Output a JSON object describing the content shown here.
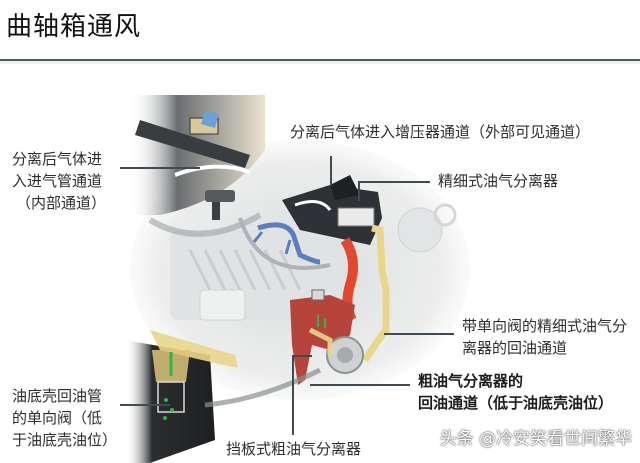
{
  "header": {
    "title": "曲轴箱通风"
  },
  "diagram": {
    "labels": [
      {
        "id": "intake-internal",
        "lines": [
          "分离后气体进",
          "入进气管通道",
          "（内部通道）"
        ]
      },
      {
        "id": "turbo-external",
        "lines": [
          "分离后气体进入增压器通道（外部可见通道）"
        ]
      },
      {
        "id": "fine-separator",
        "lines": [
          "精细式油气分离器"
        ]
      },
      {
        "id": "fine-return",
        "lines": [
          "带单向阀的精细式油气分",
          "离器的回油通道"
        ]
      },
      {
        "id": "coarse-return",
        "lines": [
          "粗油气分离器的",
          "回油通道（低于油底壳油位）"
        ]
      },
      {
        "id": "sump-check-valve",
        "lines": [
          "油底壳回油管",
          "的单向阀（低",
          "于油底壳油位）"
        ]
      },
      {
        "id": "baffle-separator",
        "lines": [
          "挡板式粗油气分离器"
        ]
      }
    ],
    "colors": {
      "separator_line": "#4d5a60",
      "fine_channel_red": "#e0492f",
      "coarse_separator_red": "#b5443c",
      "return_yellow": "#e8d68a",
      "intake_blue": "#5a7fc0",
      "housing_dark": "#2e3236",
      "flow_arrow_green": "#2fb34a"
    }
  },
  "watermark": {
    "text": "头条 @冷安笑看世间繁华"
  }
}
